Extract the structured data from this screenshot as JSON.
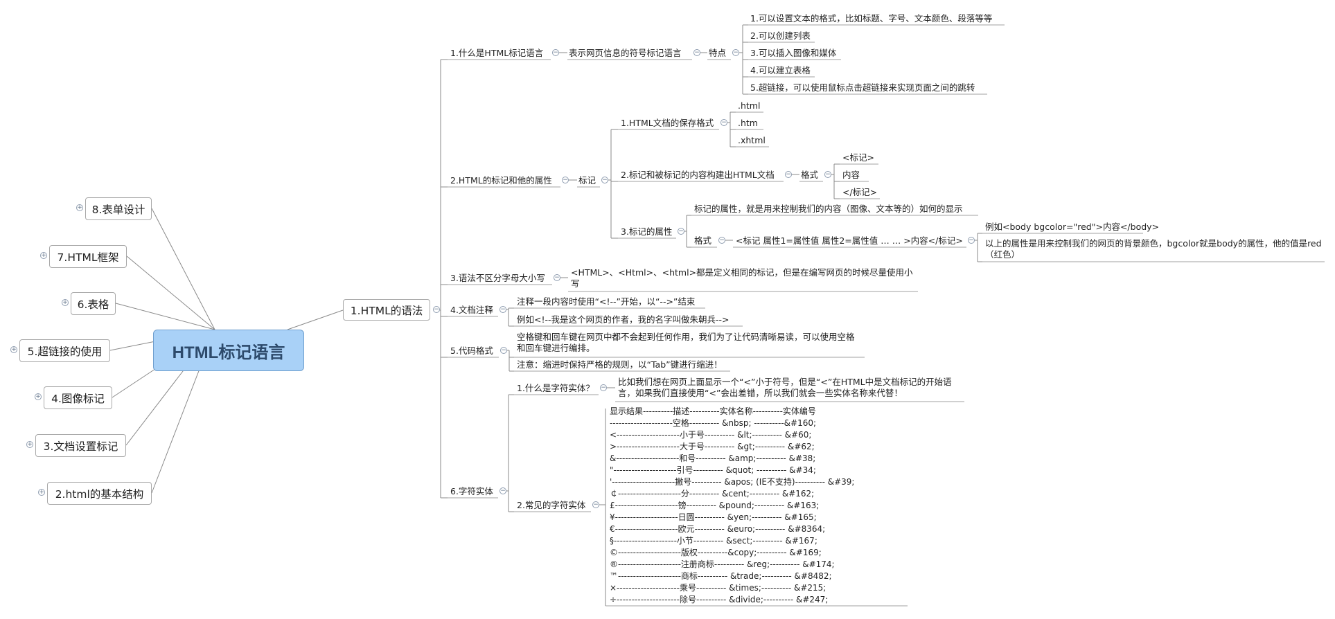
{
  "central": "HTML标记语言",
  "left_topics": [
    "8.表单设计",
    "7.HTML框架",
    "6.表格",
    "5.超链接的使用",
    "4.图像标记",
    "3.文档设置标记",
    "2.html的基本结构"
  ],
  "main_topic": "1.HTML的语法",
  "n1": {
    "label": "1.什么是HTML标记语言",
    "def": "表示网页信息的符号标记语言",
    "feature": "特点",
    "items": [
      "1.可以设置文本的格式，比如标题、字号、文本颜色、段落等等",
      "2.可以创建列表",
      "3.可以插入图像和媒体",
      "4.可以建立表格",
      "5.超链接，可以使用鼠标点击超链接来实现页面之间的跳转"
    ]
  },
  "n2": {
    "label": "2.HTML的标记和他的属性",
    "tag": "标记",
    "a": {
      "label": "1.HTML文档的保存格式",
      "items": [
        ".html",
        ".htm",
        ".xhtml"
      ]
    },
    "b": {
      "label": "2.标记和被标记的内容构建出HTML文档",
      "fmt": "格式",
      "items": [
        "<标记>",
        "内容",
        "</标记>"
      ]
    },
    "c": {
      "label": "3.标记的属性",
      "desc": "标记的属性，就是用来控制我们的内容（图像、文本等的）如何的显示",
      "fmt": "格式",
      "syntax": "<标记 属性1=属性值 属性2=属性值 … … >内容</标记>",
      "ex1": "例如<body bgcolor=\"red\">内容</body>",
      "ex2": "以上的属性是用来控制我们的网页的背景颜色，bgcolor就是body的属性，他的值是red（红色）"
    }
  },
  "n3": {
    "label": "3.语法不区分字母大小写",
    "text": "<HTML>、<Html>、<html>都是定义相同的标记，但是在编写网页的时候尽量使用小写"
  },
  "n4": {
    "label": "4.文档注释",
    "items": [
      "注释一段内容时使用“<!--”开始，以“-->”结束",
      "例如<!--我是这个网页的作者，我的名字叫做朱朝兵-->"
    ]
  },
  "n5": {
    "label": "5.代码格式",
    "items": [
      "空格键和回车键在网页中都不会起到任何作用，我们为了让代码清晰易读，可以使用空格和回车键进行编排。",
      "注意：缩进时保持严格的规则，以“Tab”键进行缩进！"
    ]
  },
  "n6": {
    "label": "6.字符实体",
    "q": {
      "label": "1.什么是字符实体？",
      "text": "比如我们想在网页上面显示一个“<”小于符号，但是“<”在HTML中是文档标记的开始语言，如果我们直接使用“<”会出差错，所以我们就会一些实体名称来代替！"
    },
    "c": {
      "label": "2.常见的字符实体",
      "lines": [
        "显示结果----------描述----------实体名称----------实体编号",
        " ---------------------空格----------  &nbsp; ----------&#160;",
        "<---------------------小于号---------- &lt;---------- &#60;",
        ">---------------------大于号---------- &gt;---------- &#62;",
        "&---------------------和号---------- &amp;---------- &#38;",
        "\"---------------------引号---------- &quot; ---------- &#34;",
        "'---------------------撇号---------- &apos; (IE不支持)---------- &#39;",
        "￠---------------------分---------- &cent;---------- &#162;",
        "£---------------------镑---------- &pound;---------- &#163;",
        "¥---------------------日圆---------- &yen;---------- &#165;",
        "€---------------------欧元---------- &euro;---------- &#8364;",
        "§---------------------小节---------- &sect;---------- &#167;",
        "©---------------------版权----------&copy;---------- &#169;",
        "®---------------------注册商标---------- &reg;---------- &#174;",
        "™---------------------商标---------- &trade;---------- &#8482;",
        "×---------------------乘号---------- &times;---------- &#215;",
        "÷---------------------除号---------- &divide;---------- &#247;"
      ]
    }
  }
}
